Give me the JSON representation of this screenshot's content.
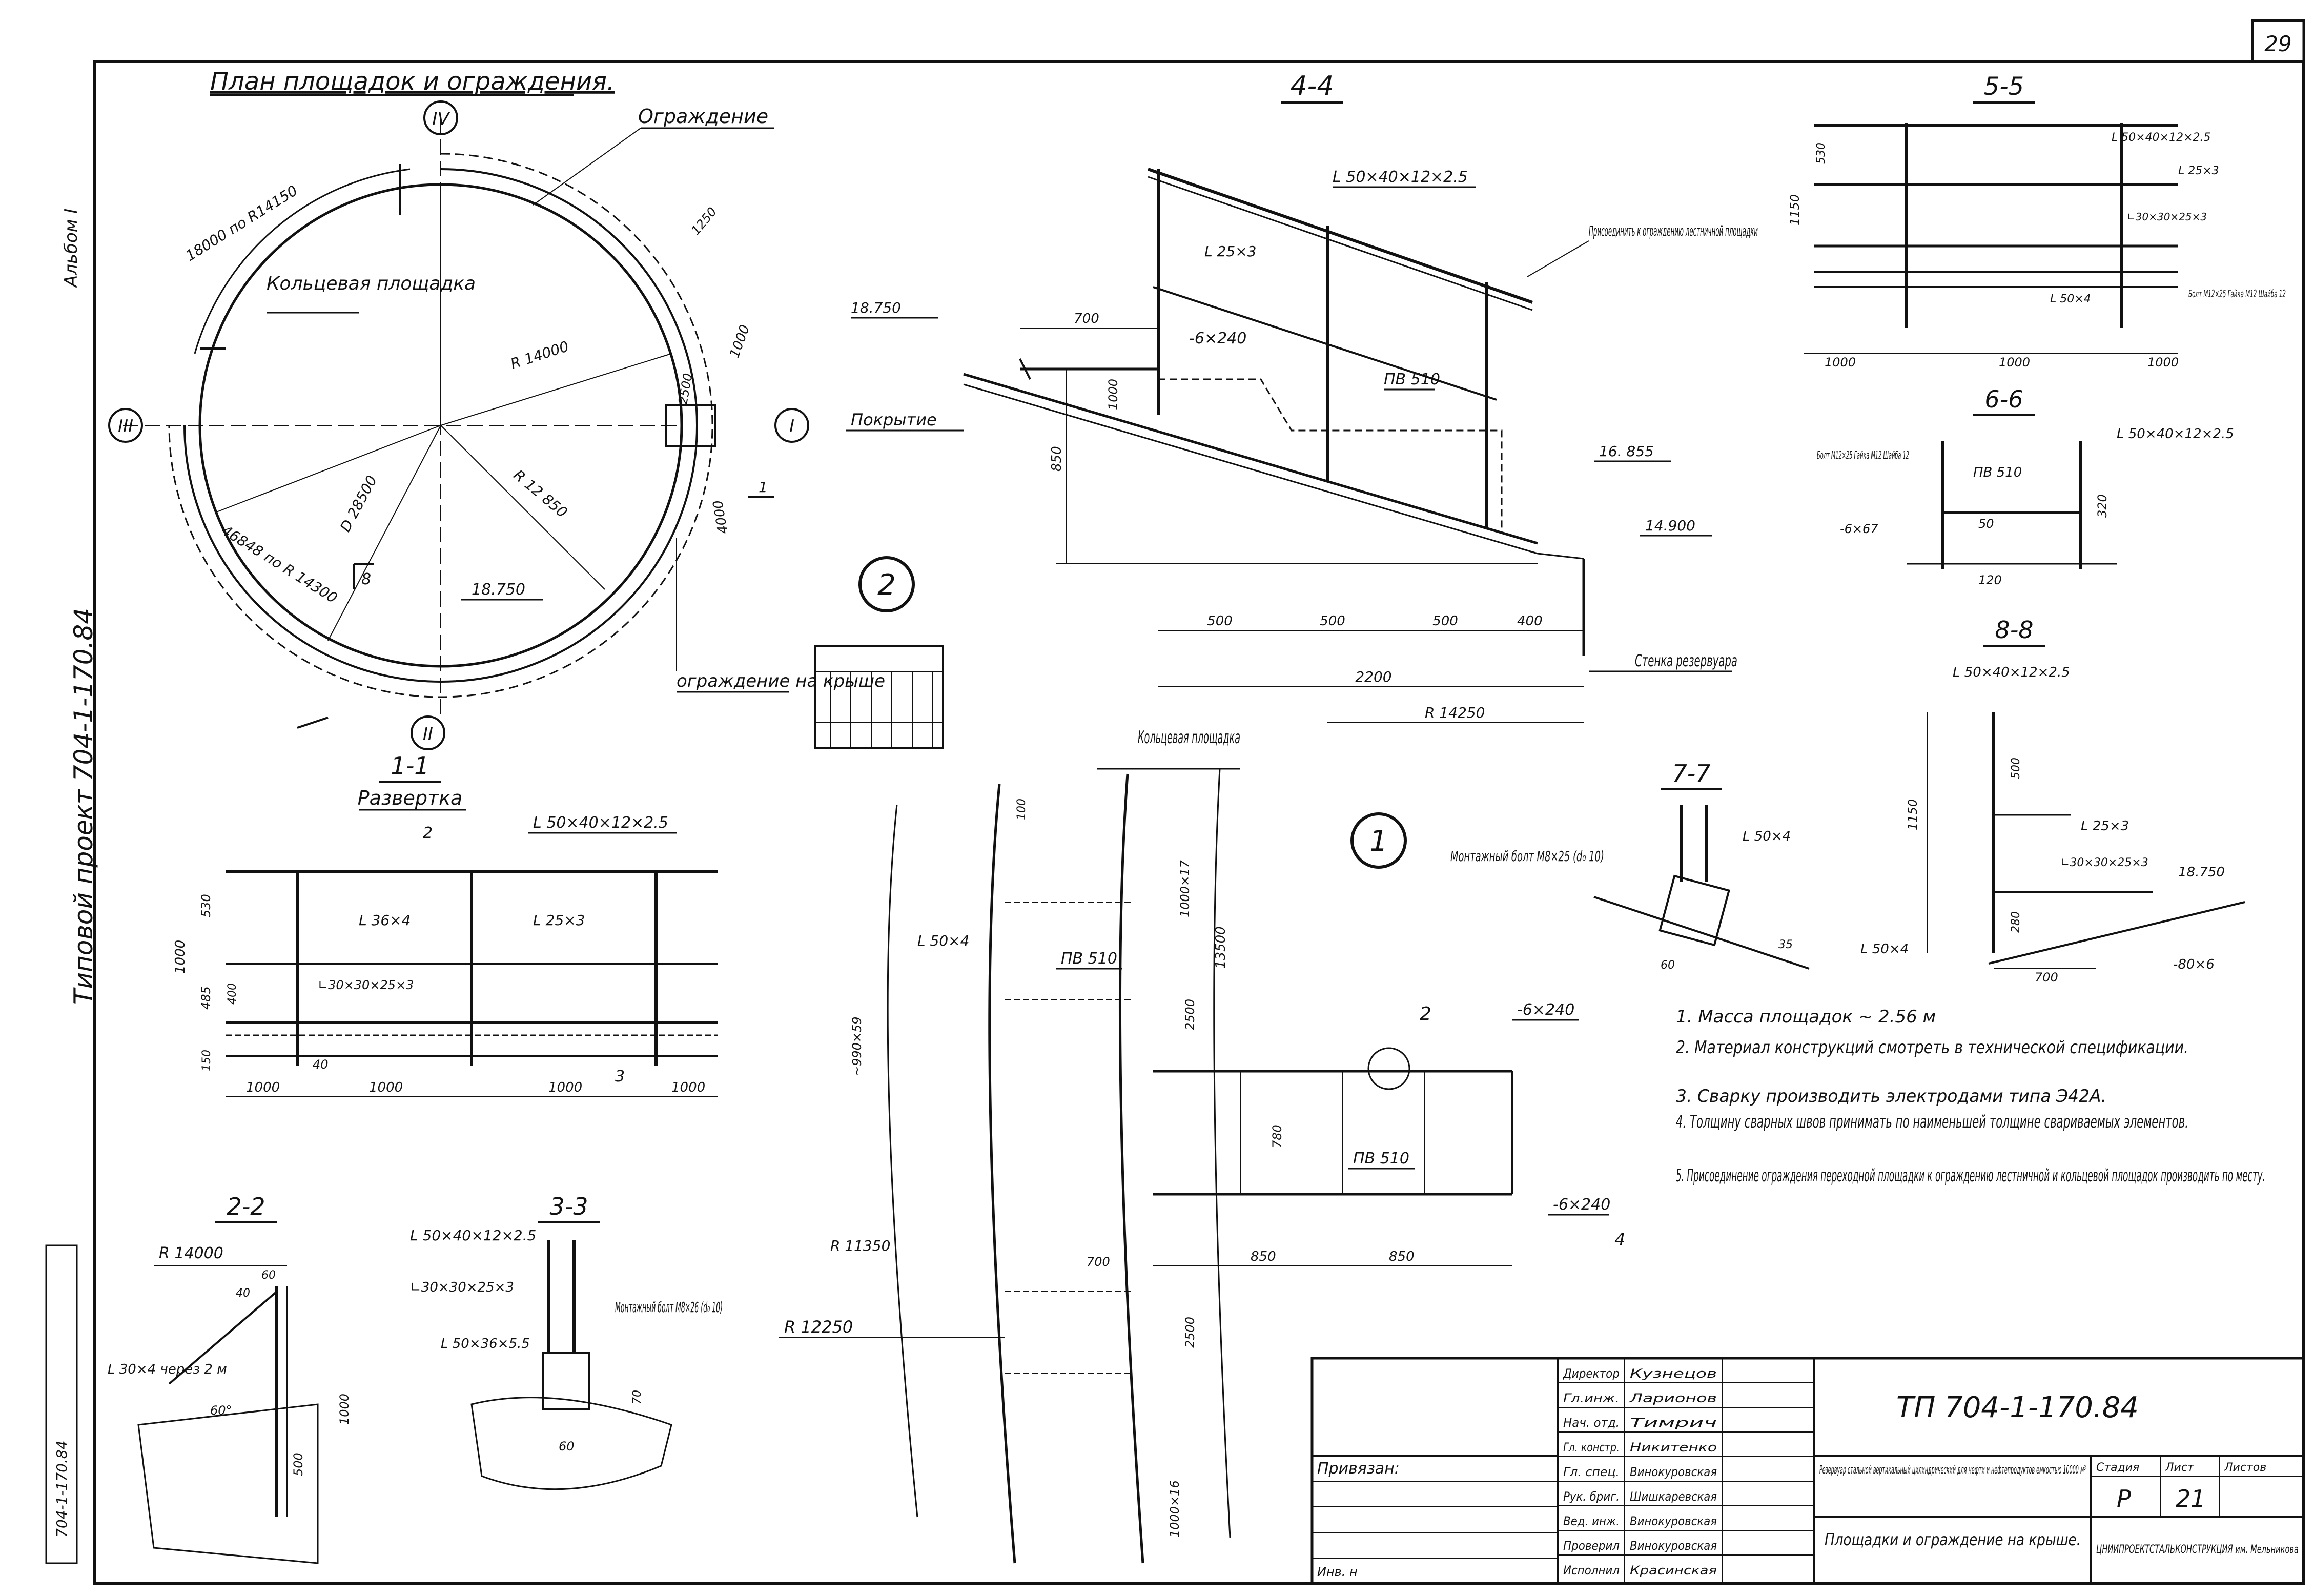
{
  "sheet": {
    "number": "29",
    "album": "Альбом I",
    "project_vertical": "Типовой проект 704-1-170.84",
    "copy_vertical": "704-1-170.84"
  },
  "plan": {
    "title": "План площадок и ограждения.",
    "axes": [
      "IV",
      "I",
      "II",
      "III"
    ],
    "labels": {
      "fence": "Ограждение",
      "ring_platform": "Кольцевая площадка",
      "roof_fence": "ограждение на крыше",
      "arc_top": "18000 по R14150",
      "arc_bottom": "46848 по R 14300",
      "radius_1": "R 14000",
      "radius_2": "R 12 850",
      "diameter": "D 28500",
      "level": "18.750",
      "dim_1": "1000",
      "dim_2": "4000",
      "dim_3": "2500",
      "dim_4": "1250",
      "section_8": "8",
      "section_1": "1"
    }
  },
  "section_44": {
    "title": "4-4",
    "labels": {
      "top_rail": "L 50×40×12×2.5",
      "mid_rail": "L 25×3",
      "plate": "-6×240",
      "grating": "ПВ 510",
      "attach": "Присоединить к ограждению лестничной площадки",
      "covering": "Покрытие",
      "wall": "Стенка резервуара",
      "level_top": "18.750",
      "level_mid": "16. 855",
      "level_low": "14.900",
      "d_700": "700",
      "d_850": "850",
      "d_1000": "1000",
      "d_500": "500",
      "d_500b": "500",
      "d_500c": "500",
      "d_2200": "2200",
      "radius": "R 14250",
      "d_400": "400"
    }
  },
  "section_55": {
    "title": "5-5",
    "labels": {
      "top": "L 50×40×12×2.5",
      "mid": "L 25×3",
      "lower": "∟30×30×25×3",
      "angle": "L 50×4",
      "bolt": "Болт M12×25 Гайка M12 Шайба 12",
      "d1": "1000",
      "d2": "1000",
      "d3": "1000",
      "h": "1150",
      "h1": "530"
    }
  },
  "section_66": {
    "title": "6-6",
    "labels": {
      "top": "L 50×40×12×2.5",
      "grating": "ПВ 510",
      "bolt": "Болт M12×25 Гайка M12 Шайба 12",
      "d50": "50",
      "d120": "120",
      "d320": "320",
      "plate": "-6×67"
    }
  },
  "section_88": {
    "title": "8-8",
    "labels": {
      "top": "L 50×40×12×2.5",
      "mid": "L 25×3",
      "lower": "∟30×30×25×3",
      "angle": "L 50×4",
      "plate": "-80×6",
      "level": "18.750",
      "d_700": "700",
      "d_1150": "1150",
      "d_500": "500",
      "d_280": "280"
    }
  },
  "section_11": {
    "title": "1-1",
    "subtitle": "Развертка",
    "labels": {
      "top": "L 50×40×12×2.5",
      "post": "L 36×4",
      "mid": "L 25×3",
      "lower": "∟30×30×25×3",
      "h1000": "1000",
      "h530": "530",
      "h485": "485",
      "h400": "400",
      "h150": "150",
      "d40": "40",
      "d1": "1000",
      "d2": "1000",
      "d3": "1000",
      "d4": "1000",
      "cut2": "2",
      "cut3": "3"
    }
  },
  "section_22": {
    "title": "2-2",
    "labels": {
      "radius": "R 14000",
      "brace": "L 30×4 через 2 м",
      "d40": "40",
      "d60": "60",
      "h1000": "1000",
      "h500": "500",
      "angle": "60°"
    }
  },
  "section_33": {
    "title": "3-3",
    "labels": {
      "top": "L 50×40×12×2.5",
      "mid": "∟30×30×25×3",
      "post": "L 50×36×5.5",
      "bolt": "Монтажный болт M8×26 (d₀ 10)",
      "d60": "60",
      "d70": "70"
    }
  },
  "section_77": {
    "title": "7-7",
    "labels": {
      "angle": "L 50×4",
      "bolt": "Монтажный болт M8×25 (d₀ 10)",
      "d60": "60",
      "d35": "35"
    }
  },
  "node_1": {
    "marker": "1",
    "labels": {
      "ring": "Кольцевая площадка",
      "angle": "L 50×4",
      "grating": "ПВ 510",
      "grating2": "ПВ 510",
      "plate_top": "-6×240",
      "plate_bot": "-6×240",
      "node_ref": "2",
      "r1": "R 11350",
      "r2": "R 12250",
      "arc": "~990×59",
      "d_1000": "1000×17",
      "d_13500": "13500",
      "d_2500": "2500",
      "d_2500b": "2500",
      "d_700": "700",
      "d_780": "780",
      "d_850": "850",
      "d_850b": "850",
      "d_1000b": "1000×16",
      "d_100": "100",
      "cut4": "4"
    }
  },
  "node_2": {
    "marker": "2"
  },
  "notes": [
    "1. Масса площадок ~ 2.56 м",
    "2. Материал конструкций смотреть в технической спецификации.",
    "3. Сварку производить электродами типа Э42А.",
    "4. Толщину сварных швов принимать по наименьшей толщине свариваемых элементов.",
    "5. Присоединение ограждения переходной площадки к ограждению лестничной и кольцевой площадок производить по месту."
  ],
  "title_block": {
    "code": "ТП 704-1-170.84",
    "privyazan": "Привязан:",
    "inv": "Инв. н",
    "roles": [
      "Директор",
      "Гл.инж.",
      "Нач. отд.",
      "Гл. констр.",
      "Гл. спец.",
      "Рук. бриг.",
      "Вед. инж.",
      "Проверил",
      "Исполнил"
    ],
    "names": [
      "Кузнецов",
      "Ларионов",
      "Тимрич",
      "Никитенко",
      "Винокуровская",
      "Шишкаревская",
      "Винокуровская",
      "Винокуровская",
      "Красинская"
    ],
    "description": "Резервуар стальной вертикальный цилиндрический для нефти и нефтепродуктов емкостью 10000 м³",
    "sheet_title": "Площадки и ограждение на крыше.",
    "stage_label": "Стадия",
    "sheet_label": "Лист",
    "sheets_label": "Листов",
    "stage": "Р",
    "sheet": "21",
    "org": "ЦНИИПРОЕКТСТАЛЬКОНСТРУКЦИЯ им. Мельникова"
  }
}
